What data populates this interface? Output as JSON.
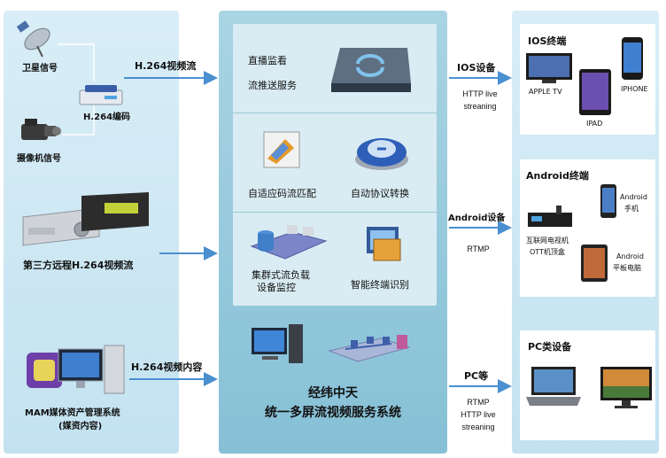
{
  "sources": {
    "satellite": "卫星信号",
    "camera": "摄像机信号",
    "encoder": "H.264编码",
    "third_party": "第三方远程H.264视频流",
    "mam_line1": "MAM媒体资产管理系统",
    "mam_line2": "(媒资内容)"
  },
  "arrows": {
    "top_label": "H.264视频流",
    "bottom_label": "H.264视频内容"
  },
  "center": {
    "service1_line1": "直播监看",
    "service1_line2": "流推送服务",
    "service2": "自适应码流匹配",
    "service3": "自动协议转换",
    "service4_line1": "集群式流负载",
    "service4_line2": "设备监控",
    "service5": "智能终端识别",
    "system_line1": "经纬中天",
    "system_line2": "统一多屏流视频服务系统"
  },
  "outputs": {
    "ios": {
      "label": "IOS设备",
      "protocol": "HTTP live\nstreaning"
    },
    "android": {
      "label": "Android设备",
      "protocol": "RTMP"
    },
    "pc": {
      "label": "PC等",
      "protocol": "RTMP\nHTTP live\nstreaning"
    }
  },
  "terminals": {
    "ios": {
      "title": "IOS终端",
      "appletv": "APPLE  TV",
      "ipad": "IPAD",
      "iphone": "IPHONE"
    },
    "android": {
      "title": "Android终端",
      "phone1": "Android",
      "phone2": "手机",
      "stb1": "互联网电视机",
      "stb2": "OTT机顶盒",
      "tablet1": "Android",
      "tablet2": "平板电脑"
    },
    "pc": {
      "title": "PC类设备"
    }
  },
  "colors": {
    "arrow": "#4a8fd0",
    "mid_panel": "#8fc4d8",
    "side_panel": "#cfe8f3"
  },
  "icons": [
    "satellite-icon",
    "encoder-icon",
    "camera-icon",
    "media-server-icon",
    "mam-icon",
    "server-icon",
    "refresh-icon",
    "adaptive-icon",
    "protocol-icon",
    "cluster-icon",
    "terminal-icon",
    "pc-icon",
    "network-icon",
    "appletv-icon",
    "ipad-icon",
    "iphone-icon",
    "android-phone-icon",
    "stb-icon",
    "android-tablet-icon",
    "laptop-icon",
    "monitor-icon"
  ]
}
